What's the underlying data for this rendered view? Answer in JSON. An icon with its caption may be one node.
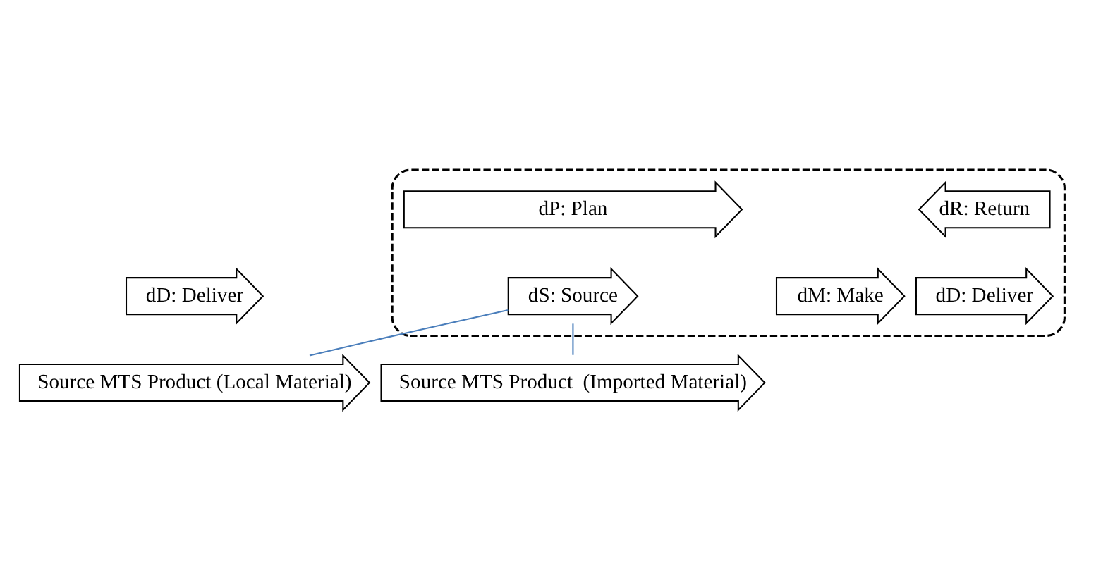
{
  "diagram": {
    "nodes": [
      {
        "text": [],
        "shape": "box"
      },
      {
        "text": [
          "dD: Deliver"
        ]
      },
      {
        "text": [
          "dP: Plan"
        ],
        "in": 0
      },
      {
        "text": [
          "dS: Source"
        ],
        "in": 0
      },
      {
        "text": [
          "dM: Make"
        ],
        "in": 0
      },
      {
        "text": [
          "dD: Deliver"
        ],
        "in": 0
      },
      {
        "text": [
          "dR: Return"
        ],
        "in": 0
      },
      {
        "text": [
          "Source MTS Product (Local Material)"
        ]
      },
      {
        "text": [
          "Source MTS Product  (Imported Material)"
        ]
      }
    ],
    "edges": [
      {
        "from": 3,
        "to": 7,
        "arrow": "none",
        "color": "#4a7ebb"
      },
      {
        "from": 3,
        "to": 8,
        "arrow": "none",
        "color": "#4a7ebb"
      }
    ]
  }
}
